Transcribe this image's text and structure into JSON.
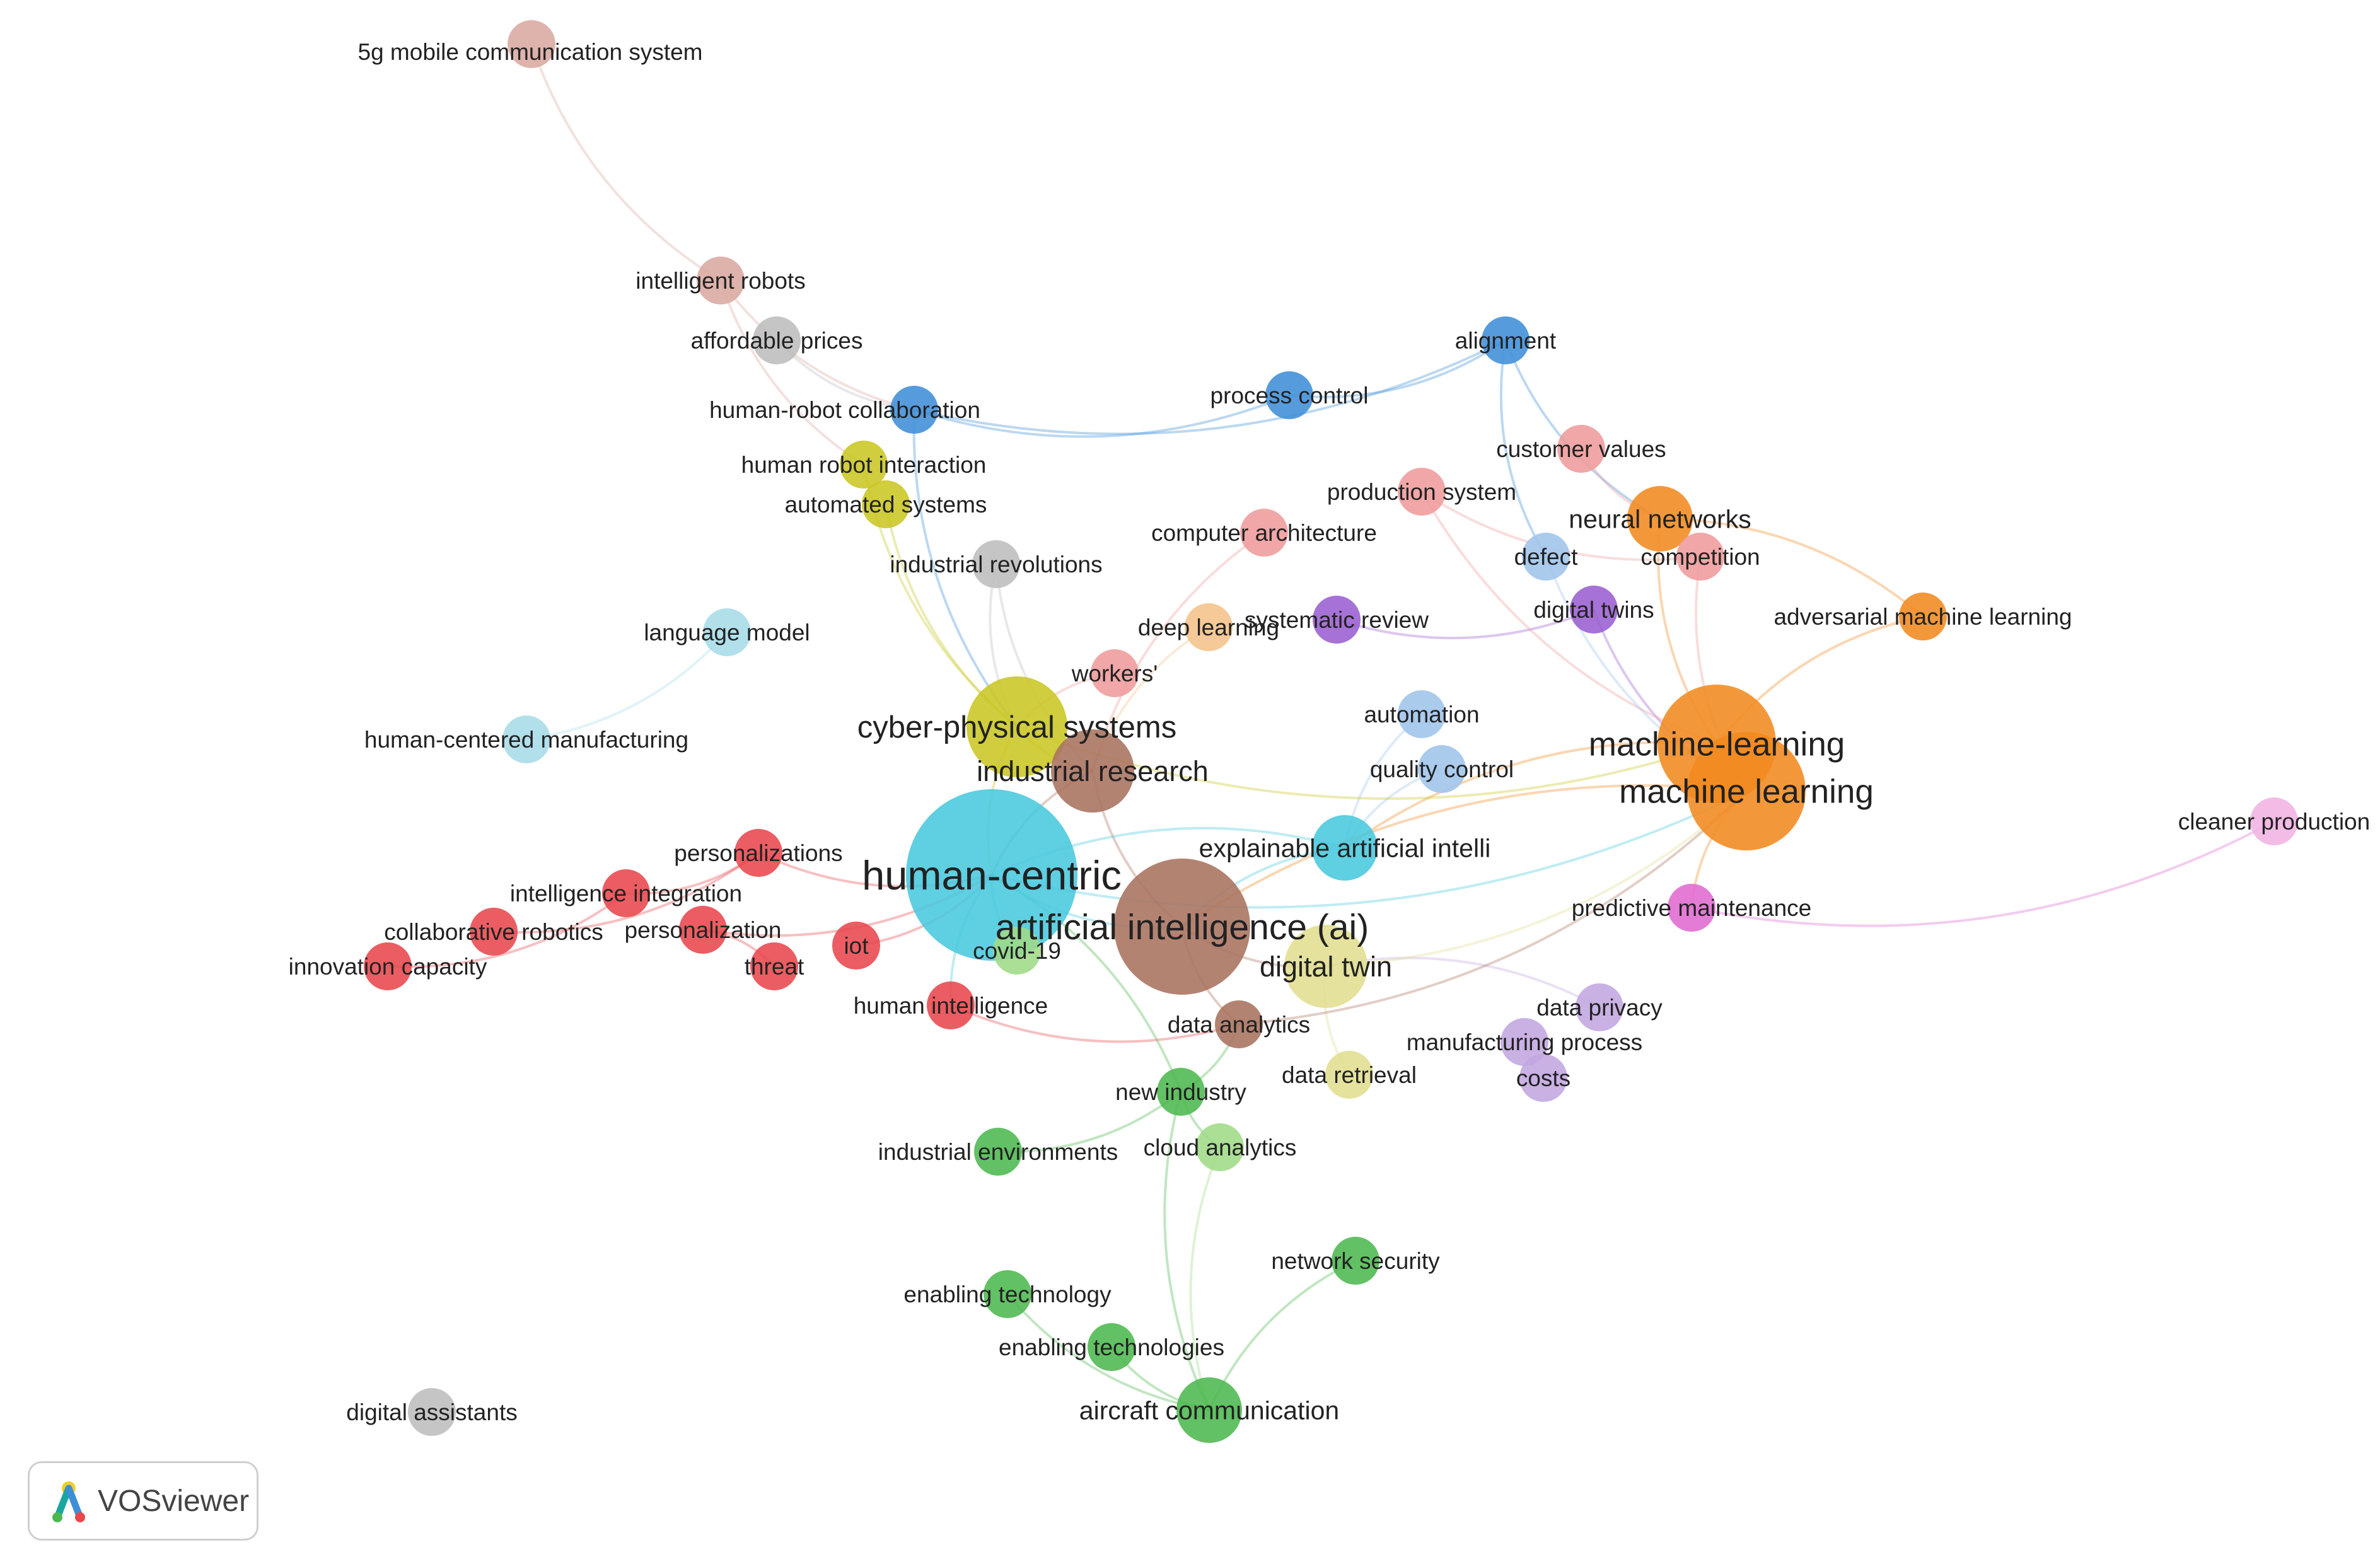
{
  "app": {
    "badge_label": "VOSviewer"
  },
  "icons": {
    "logo": "vosviewer-logo-icon"
  },
  "clusters": {
    "red": "#e8474c",
    "green": "#4cb84e",
    "blue": "#3f8ed8",
    "yellow": "#c9c623",
    "purple": "#9a5fd1",
    "cyan": "#49c8de",
    "orange": "#f18a1f",
    "brown": "#a8725e",
    "pink": "#e06ad0",
    "lightred": "#ef9b9b",
    "lightgreen": "#9fdb86",
    "lightblue": "#9fc4ea",
    "lightyellow": "#e0de8e",
    "lavender": "#c2a6e0",
    "lightcyan": "#a6dce8",
    "peach": "#f5c28a",
    "rose": "#d9a8a0",
    "lightpink": "#f1b3e4",
    "gray": "#bdbdbd"
  },
  "nodes": [
    {
      "id": "5g",
      "label": "5g mobile communication system",
      "c": "rose",
      "w": 1
    },
    {
      "id": "intelligent-robots",
      "label": "intelligent robots",
      "c": "rose",
      "w": 1
    },
    {
      "id": "affordable-prices",
      "label": "affordable prices",
      "c": "gray",
      "w": 1
    },
    {
      "id": "hrc",
      "label": "human-robot collaboration",
      "c": "blue",
      "w": 1
    },
    {
      "id": "hri",
      "label": "human robot interaction",
      "c": "yellow",
      "w": 1
    },
    {
      "id": "automated-systems",
      "label": "automated systems",
      "c": "yellow",
      "w": 1
    },
    {
      "id": "industrial-revolutions",
      "label": "industrial revolutions",
      "c": "gray",
      "w": 1
    },
    {
      "id": "process-control",
      "label": "process control",
      "c": "blue",
      "w": 1
    },
    {
      "id": "alignment",
      "label": "alignment",
      "c": "blue",
      "w": 1
    },
    {
      "id": "customer-values",
      "label": "customer values",
      "c": "lightred",
      "w": 1
    },
    {
      "id": "production-system",
      "label": "production system",
      "c": "lightred",
      "w": 1
    },
    {
      "id": "neural-networks",
      "label": "neural networks",
      "c": "orange",
      "w": 2
    },
    {
      "id": "computer-architecture",
      "label": "computer architecture",
      "c": "lightred",
      "w": 1
    },
    {
      "id": "defect",
      "label": "defect",
      "c": "lightblue",
      "w": 1
    },
    {
      "id": "competition",
      "label": "competition",
      "c": "lightred",
      "w": 1
    },
    {
      "id": "language-model",
      "label": "language model",
      "c": "lightcyan",
      "w": 1
    },
    {
      "id": "deep-learning",
      "label": "deep learning",
      "c": "peach",
      "w": 1
    },
    {
      "id": "systematic-review",
      "label": "systematic review",
      "c": "purple",
      "w": 1
    },
    {
      "id": "digital-twins",
      "label": "digital twins",
      "c": "purple",
      "w": 1
    },
    {
      "id": "aml",
      "label": "adversarial machine learning",
      "c": "orange",
      "w": 1
    },
    {
      "id": "workers",
      "label": "workers'",
      "c": "lightred",
      "w": 1
    },
    {
      "id": "automation",
      "label": "automation",
      "c": "lightblue",
      "w": 1
    },
    {
      "id": "hcm",
      "label": "human-centered manufacturing",
      "c": "lightcyan",
      "w": 1
    },
    {
      "id": "cps",
      "label": "cyber-physical systems",
      "c": "yellow",
      "w": 4
    },
    {
      "id": "machine-learning-h",
      "label": "machine-learning",
      "c": "orange",
      "w": 5
    },
    {
      "id": "industrial-research",
      "label": "industrial research",
      "c": "brown",
      "w": 3
    },
    {
      "id": "quality-control",
      "label": "quality control",
      "c": "lightblue",
      "w": 1
    },
    {
      "id": "machine-learning",
      "label": "machine learning",
      "c": "orange",
      "w": 5
    },
    {
      "id": "personalizations",
      "label": "personalizations",
      "c": "red",
      "w": 1
    },
    {
      "id": "xai",
      "label": "explainable artificial intelli",
      "c": "cyan",
      "w": 2
    },
    {
      "id": "cleaner-production",
      "label": "cleaner production",
      "c": "lightpink",
      "w": 1
    },
    {
      "id": "human-centric",
      "label": "human-centric",
      "c": "cyan",
      "w": 8
    },
    {
      "id": "intelligence-integration",
      "label": "intelligence integration",
      "c": "red",
      "w": 1
    },
    {
      "id": "collaborative-robotics",
      "label": "collaborative robotics",
      "c": "red",
      "w": 1
    },
    {
      "id": "personalization",
      "label": "personalization",
      "c": "red",
      "w": 1
    },
    {
      "id": "ai",
      "label": "artificial intelligence (ai)",
      "c": "brown",
      "w": 6
    },
    {
      "id": "predictive-maintenance",
      "label": "predictive maintenance",
      "c": "pink",
      "w": 1
    },
    {
      "id": "iot",
      "label": "iot",
      "c": "red",
      "w": 1
    },
    {
      "id": "innovation-capacity",
      "label": "innovation capacity",
      "c": "red",
      "w": 1
    },
    {
      "id": "threat",
      "label": "threat",
      "c": "red",
      "w": 1
    },
    {
      "id": "covid-19",
      "label": "covid-19",
      "c": "lightgreen",
      "w": 1
    },
    {
      "id": "digital-twin",
      "label": "digital twin",
      "c": "lightyellow",
      "w": 3
    },
    {
      "id": "human-intelligence",
      "label": "human intelligence",
      "c": "red",
      "w": 1
    },
    {
      "id": "data-analytics",
      "label": "data analytics",
      "c": "brown",
      "w": 1
    },
    {
      "id": "data-privacy",
      "label": "data privacy",
      "c": "lavender",
      "w": 1
    },
    {
      "id": "manufacturing-process",
      "label": "manufacturing process",
      "c": "lavender",
      "w": 1
    },
    {
      "id": "data-retrieval",
      "label": "data retrieval",
      "c": "lightyellow",
      "w": 1
    },
    {
      "id": "costs",
      "label": "costs",
      "c": "lavender",
      "w": 1
    },
    {
      "id": "new-industry",
      "label": "new industry",
      "c": "green",
      "w": 1
    },
    {
      "id": "industrial-environments",
      "label": "industrial environments",
      "c": "green",
      "w": 1
    },
    {
      "id": "cloud-analytics",
      "label": "cloud analytics",
      "c": "lightgreen",
      "w": 1
    },
    {
      "id": "network-security",
      "label": "network security",
      "c": "green",
      "w": 1
    },
    {
      "id": "enabling-technology",
      "label": "enabling technology",
      "c": "green",
      "w": 1
    },
    {
      "id": "enabling-technologies",
      "label": "enabling technologies",
      "c": "green",
      "w": 1
    },
    {
      "id": "aircraft-communication",
      "label": "aircraft communication",
      "c": "green",
      "w": 2
    },
    {
      "id": "digital-assistants",
      "label": "digital assistants",
      "c": "gray",
      "w": 1
    }
  ],
  "links": [
    [
      "5g",
      "intelligent-robots"
    ],
    [
      "intelligent-robots",
      "hrc"
    ],
    [
      "intelligent-robots",
      "hri"
    ],
    [
      "affordable-prices",
      "hrc"
    ],
    [
      "hrc",
      "process-control"
    ],
    [
      "process-control",
      "alignment"
    ],
    [
      "hrc",
      "alignment"
    ],
    [
      "hri",
      "cps"
    ],
    [
      "automated-systems",
      "cps"
    ],
    [
      "industrial-revolutions",
      "cps"
    ],
    [
      "industrial-revolutions",
      "industrial-research"
    ],
    [
      "alignment",
      "neural-networks"
    ],
    [
      "alignment",
      "defect"
    ],
    [
      "customer-values",
      "neural-networks"
    ],
    [
      "production-system",
      "competition"
    ],
    [
      "neural-networks",
      "machine-learning-h"
    ],
    [
      "competition",
      "machine-learning"
    ],
    [
      "aml",
      "machine-learning-h"
    ],
    [
      "aml",
      "neural-networks"
    ],
    [
      "deep-learning",
      "industrial-research"
    ],
    [
      "systematic-review",
      "digital-twins"
    ],
    [
      "digital-twins",
      "machine-learning"
    ],
    [
      "workers",
      "cps"
    ],
    [
      "automation",
      "xai"
    ],
    [
      "hcm",
      "language-model"
    ],
    [
      "cps",
      "human-centric"
    ],
    [
      "cps",
      "industrial-research"
    ],
    [
      "industrial-research",
      "ai"
    ],
    [
      "industrial-research",
      "human-centric"
    ],
    [
      "machine-learning-h",
      "machine-learning"
    ],
    [
      "machine-learning",
      "ai"
    ],
    [
      "machine-learning-h",
      "xai"
    ],
    [
      "machine-learning",
      "predictive-maintenance"
    ],
    [
      "quality-control",
      "xai"
    ],
    [
      "personalizations",
      "human-centric"
    ],
    [
      "xai",
      "human-centric"
    ],
    [
      "xai",
      "ai"
    ],
    [
      "human-centric",
      "ai"
    ],
    [
      "human-centric",
      "covid-19"
    ],
    [
      "human-centric",
      "human-intelligence"
    ],
    [
      "intelligence-integration",
      "personalizations"
    ],
    [
      "collaborative-robotics",
      "personalizations"
    ],
    [
      "personalization",
      "human-centric"
    ],
    [
      "ai",
      "digital-twin"
    ],
    [
      "ai",
      "data-analytics"
    ],
    [
      "human-intelligence",
      "data-analytics"
    ],
    [
      "digital-twin",
      "data-retrieval"
    ],
    [
      "data-privacy",
      "digital-twin"
    ],
    [
      "manufacturing-process",
      "costs"
    ],
    [
      "new-industry",
      "data-analytics"
    ],
    [
      "new-industry",
      "cloud-analytics"
    ],
    [
      "new-industry",
      "human-centric"
    ],
    [
      "cloud-analytics",
      "aircraft-communication"
    ],
    [
      "network-security",
      "aircraft-communication"
    ],
    [
      "enabling-technology",
      "aircraft-communication"
    ],
    [
      "enabling-technologies",
      "aircraft-communication"
    ],
    [
      "new-industry",
      "aircraft-communication"
    ],
    [
      "innovation-capacity",
      "intelligence-integration"
    ],
    [
      "threat",
      "personalization"
    ],
    [
      "iot",
      "human-centric"
    ],
    [
      "computer-architecture",
      "industrial-research"
    ],
    [
      "production-system",
      "machine-learning-h"
    ],
    [
      "defect",
      "machine-learning"
    ],
    [
      "human-centric",
      "machine-learning"
    ],
    [
      "cps",
      "machine-learning-h"
    ],
    [
      "digital-twin",
      "machine-learning"
    ],
    [
      "data-analytics",
      "machine-learning"
    ],
    [
      "hrc",
      "cps"
    ],
    [
      "industrial-environments",
      "new-industry"
    ],
    [
      "predictive-maintenance",
      "cleaner-production"
    ]
  ]
}
